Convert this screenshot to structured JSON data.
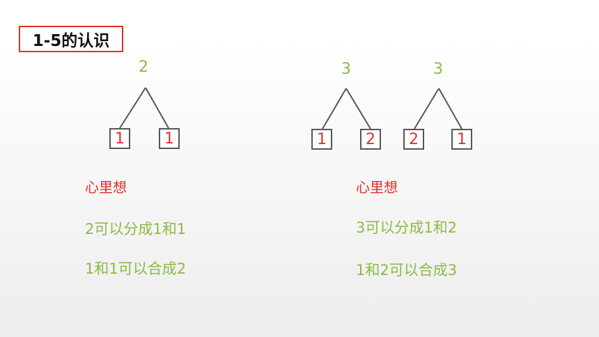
{
  "title": "1-5的认识",
  "trees": [
    {
      "top": "2",
      "left": "1",
      "right": "1"
    },
    {
      "top": "3",
      "left": "1",
      "right": "2"
    },
    {
      "top": "3",
      "left": "2",
      "right": "1"
    }
  ],
  "groups": [
    {
      "think": "心里想",
      "line1": "2可以分成1和1",
      "line2": "1和1可以合成2"
    },
    {
      "think": "心里想",
      "line1": "3可以分成1和2",
      "line2": "1和2可以合成3"
    }
  ],
  "colors": {
    "accent_red": "#e0302a",
    "accent_green": "#8cba45",
    "line": "#555555"
  }
}
